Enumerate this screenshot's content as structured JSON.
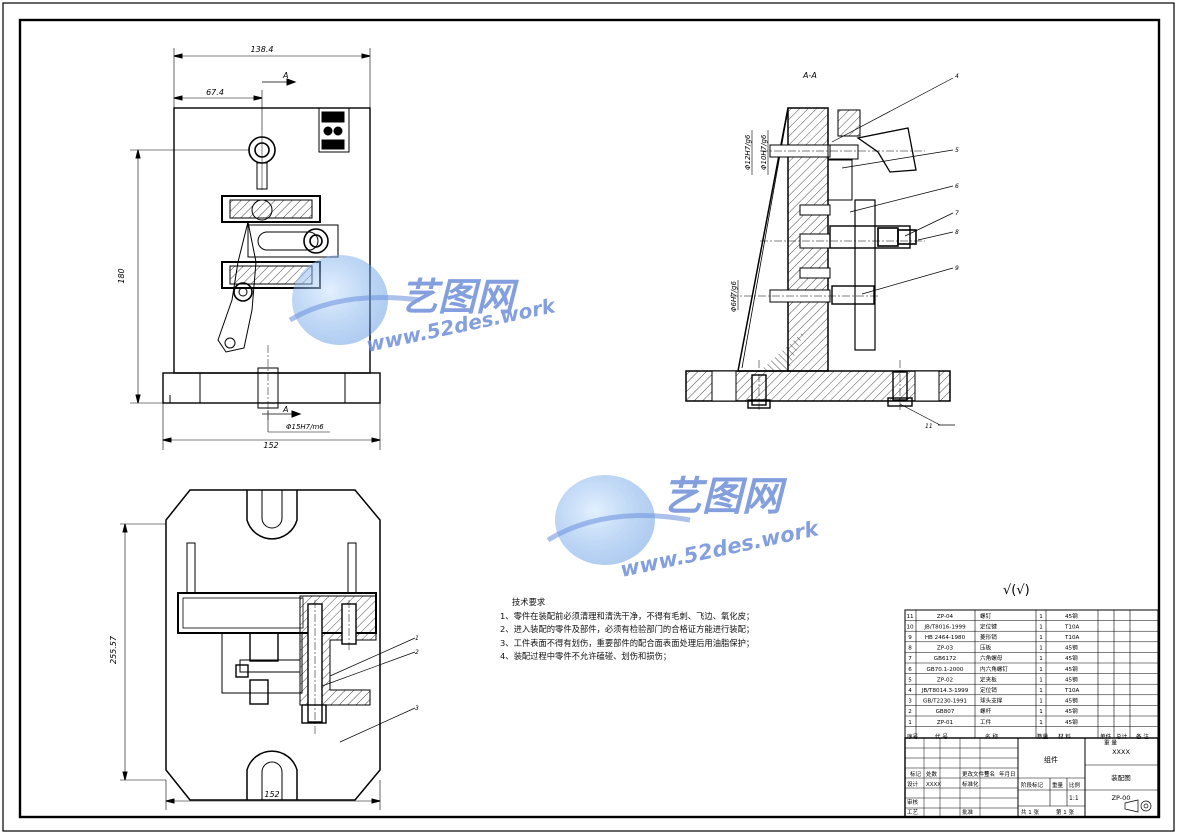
{
  "dims": {
    "front_width": "138.4",
    "front_offset": "67.4",
    "front_height": "180",
    "base_width": "152",
    "fit_bottom": "Φ15H7/m6",
    "plan_height": "255.57",
    "plan_width": "152",
    "section_fit1": "Φ12H7/g6",
    "section_fit2": "Φ10H7/g6",
    "section_fit3": "Φ6H7/g6"
  },
  "section_labels": {
    "arrow_a": "A",
    "section_title": "A-A"
  },
  "balloons": [
    "4",
    "5",
    "6",
    "7",
    "8",
    "9",
    "11",
    "1",
    "2",
    "3"
  ],
  "watermark": {
    "name": "艺图网",
    "url": "www.52des.work"
  },
  "tech_requirements": {
    "title": "技术要求",
    "items": [
      "1、零件在装配前必须清理和清洗干净，不得有毛刺、飞边、氧化皮；",
      "2、进入装配的零件及部件，必须有检验部门的合格证方能进行装配；",
      "3、工件表面不得有划伤，重要部件的配合面表面处理后用油脂保护；",
      "4、装配过程中零件不允许磕碰、划伤和损伤；"
    ]
  },
  "roughness": "√(√)",
  "bom": {
    "rows": [
      {
        "no": "11",
        "code": "ZP-04",
        "name": "螺钉",
        "qty": "1",
        "mat": "45钢"
      },
      {
        "no": "10",
        "code": "JB/T8016-1999",
        "name": "定位键",
        "qty": "1",
        "mat": "T10A"
      },
      {
        "no": "9",
        "code": "HB 2464-1980",
        "name": "菱形销",
        "qty": "1",
        "mat": "T10A"
      },
      {
        "no": "8",
        "code": "ZP-03",
        "name": "压板",
        "qty": "1",
        "mat": "45钢"
      },
      {
        "no": "7",
        "code": "GB6172",
        "name": "六角螺母",
        "qty": "1",
        "mat": "45钢"
      },
      {
        "no": "6",
        "code": "GB70.1-2000",
        "name": "内六角螺钉",
        "qty": "1",
        "mat": "45钢"
      },
      {
        "no": "5",
        "code": "ZP-02",
        "name": "定夹板",
        "qty": "1",
        "mat": "45钢"
      },
      {
        "no": "4",
        "code": "JB/T8014.3-1999",
        "name": "定位销",
        "qty": "1",
        "mat": "T10A"
      },
      {
        "no": "3",
        "code": "GB/T2230-1991",
        "name": "球头支撑",
        "qty": "1",
        "mat": "45钢"
      },
      {
        "no": "2",
        "code": "GB807",
        "name": "螺杆",
        "qty": "1",
        "mat": "45钢"
      },
      {
        "no": "1",
        "code": "ZP-01",
        "name": "工件",
        "qty": "1",
        "mat": "45钢"
      }
    ],
    "headers": {
      "no": "序号",
      "code": "代 号",
      "name": "名 称",
      "qty": "数量",
      "mat": "材 料",
      "single": "单件",
      "total": "总计",
      "weight": "重 量",
      "note": "备 注"
    }
  },
  "title_block": {
    "part": "组件",
    "company": "XXXX",
    "drawing_name": "装配图",
    "drawing_no": "ZP-00",
    "scale": "1:1",
    "stage_label": "阶段标记",
    "weight_label": "重量",
    "scale_label": "比例",
    "sheet_total": "共 1 张",
    "sheet_no": "第 1 张",
    "design": "设计",
    "design_name": "XXXX",
    "check": "审核",
    "process": "工艺",
    "std": "标准化",
    "approve": "批准",
    "sign": "签名",
    "date": "年月日",
    "mark": "标记",
    "count": "处数",
    "change_no": "更改文件号"
  }
}
